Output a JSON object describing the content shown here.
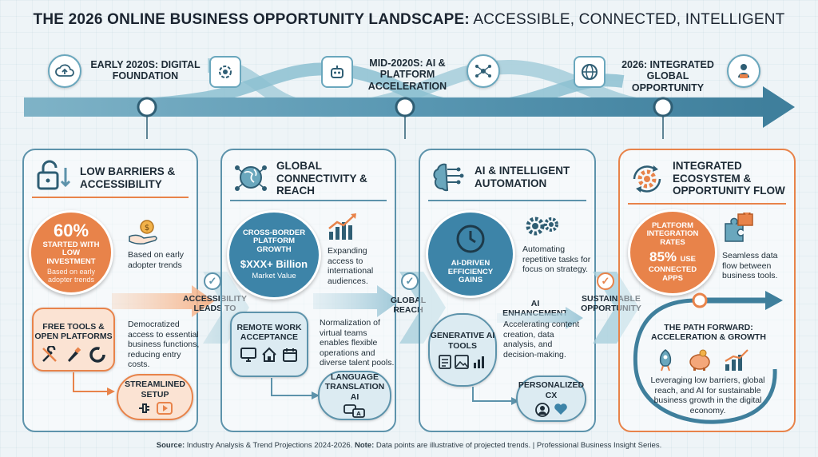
{
  "title": {
    "bold": "THE 2026 ONLINE BUSINESS OPPORTUNITY LANDSCAPE:",
    "light": "ACCESSIBLE, CONNECTED, INTELLIGENT"
  },
  "timeline": {
    "stage1": "EARLY 2020s: DIGITAL FOUNDATION",
    "stage2": "MID-2020s: AI & PLATFORM ACCELERATION",
    "stage3": "2026: INTEGRATED GLOBAL OPPORTUNITY"
  },
  "panel1": {
    "title": "LOW BARRIERS & ACCESSIBILITY",
    "stat_value": "60%",
    "stat_label": "STARTED WITH LOW INVESTMENT",
    "stat_note": "Based on early adopter trends",
    "stat_side_note": "Based on early adopter trends",
    "tools_label": "FREE TOOLS & OPEN PLATFORMS",
    "tools_note": "Democratized access to essential business functions, reducing entry costs.",
    "setup_label": "STREAMLINED SETUP",
    "arrow_label": "ACCESSIBILITY LEADS TO"
  },
  "panel2": {
    "title": "GLOBAL CONNECTIVITY & REACH",
    "stat_label": "CROSS-BORDER PLATFORM GROWTH",
    "stat_value": "$XXX+ Billion",
    "stat_sub": "Market Value",
    "stat_note": "Expanding access to international audiences.",
    "remote_label": "REMOTE WORK ACCEPTANCE",
    "remote_note": "Normalization of virtual teams enables flexible operations and diverse talent pools.",
    "lang_label": "LANGUAGE TRANSLATION AI",
    "arrow_label": "GLOBAL REACH"
  },
  "panel3": {
    "title": "AI & INTELLIGENT AUTOMATION",
    "stat_label": "AI-DRIVEN EFFICIENCY GAINS",
    "stat_note": "Automating repetitive tasks for focus on strategy.",
    "enh_label": "AI ENHANCEMENT",
    "gen_label": "GENERATIVE AI TOOLS",
    "gen_note": "Accelerating content creation, data analysis, and decision-making.",
    "cx_label": "PERSONALIZED CX",
    "arrow_label": "SUSTAINABLE OPPORTUNITY"
  },
  "panel4": {
    "title": "INTEGRATED ECOSYSTEM & OPPORTUNITY FLOW",
    "stat_label": "PLATFORM INTEGRATION RATES",
    "stat_value": "85%",
    "stat_unit": "USE",
    "stat_sub": "CONNECTED APPS",
    "stat_note": "Seamless data flow between business tools.",
    "path_title": "THE PATH FORWARD: ACCELERATION & GROWTH",
    "path_note": "Leveraging low barriers, global reach, and AI for sustainable business growth in the digital economy."
  },
  "source": {
    "label": "Source:",
    "text": "Industry Analysis & Trend Projections 2024-2026.",
    "note_label": "Note:",
    "note": "Data points are illustrative of projected trends.",
    "series": "| Professional Business Insight Series."
  },
  "colors": {
    "accent_blue": "#5d93ab",
    "accent_orange": "#e8834a",
    "dark": "#1d2b36"
  }
}
